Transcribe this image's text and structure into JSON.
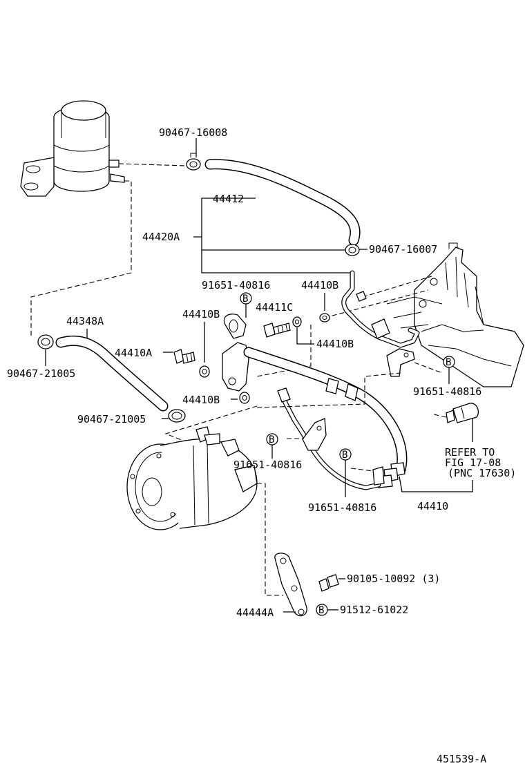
{
  "labels": {
    "clamp_top": "90467-16008",
    "hose_upper": "44412",
    "pipe_assy": "44420A",
    "clamp_mid": "90467-16007",
    "bolt_top": "91651-40816",
    "gasket_right": "44410B",
    "union_bolt": "44411C",
    "gasket_mid_left": "44410B",
    "gasket_mid_right": "44410B",
    "hose_left": "44348A",
    "union_bolt_a": "44410A",
    "clamp_left": "90467-21005",
    "gasket_lower": "44410B",
    "clamp_lower": "90467-21005",
    "bolt_right": "91651-40816",
    "bolt_center": "91651-40816",
    "bolt_bottom": "91651-40816",
    "pressure_hose": "44410",
    "refer_line1": "REFER TO",
    "refer_line2": "FIG 17-08",
    "refer_line3": "(PNC 17630)",
    "bolt_pump": "90105-10092 (3)",
    "bracket": "44444A",
    "bolt_bracket": "91512-61022",
    "figure_id": "451539-A",
    "b_mark": "B"
  }
}
